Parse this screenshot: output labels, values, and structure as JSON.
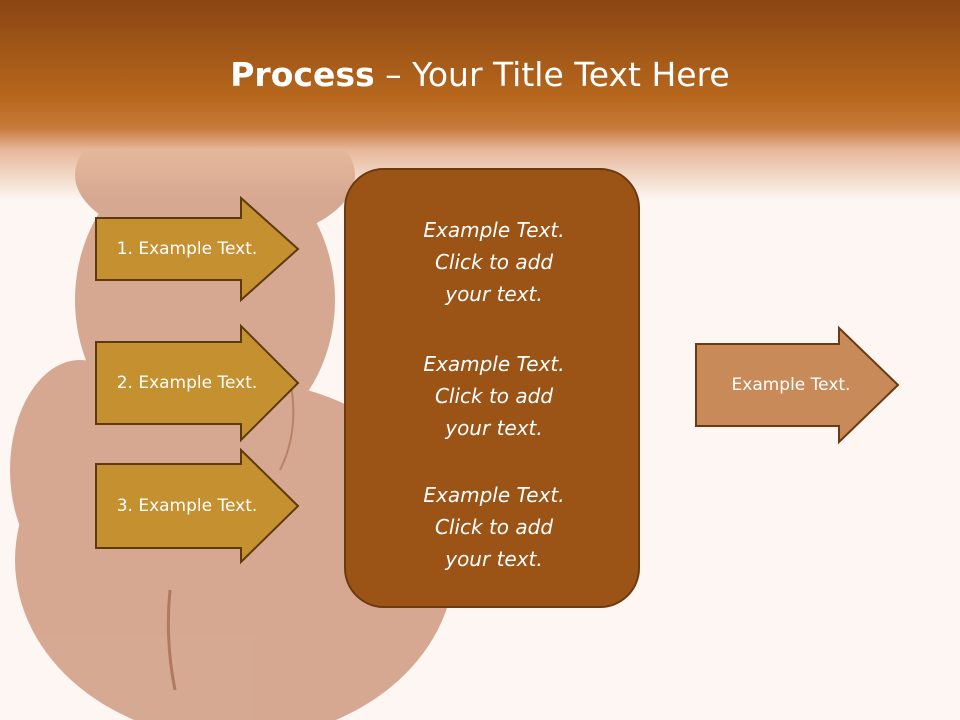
{
  "slide": {
    "title_bold": "Process",
    "title_rest": " – Your Title Text Here",
    "left_arrows": [
      {
        "label": "1. Example Text."
      },
      {
        "label": "2. Example Text."
      },
      {
        "label": "3. Example Text."
      }
    ],
    "center_box": {
      "paragraphs": [
        "Example Text.\nClick  to add\nyour text.",
        "Example Text.\nClick  to add\nyour text.",
        "Example Text.\nClick  to add\nyour text."
      ]
    },
    "right_arrow": {
      "label": "Example Text."
    }
  },
  "colors": {
    "header_dark": "#8a4612",
    "arrow_fill": "#c59130",
    "arrow_stroke": "#5c3a0c",
    "panel_fill": "#9b5416",
    "right_arrow_fill": "#c98a5a"
  }
}
